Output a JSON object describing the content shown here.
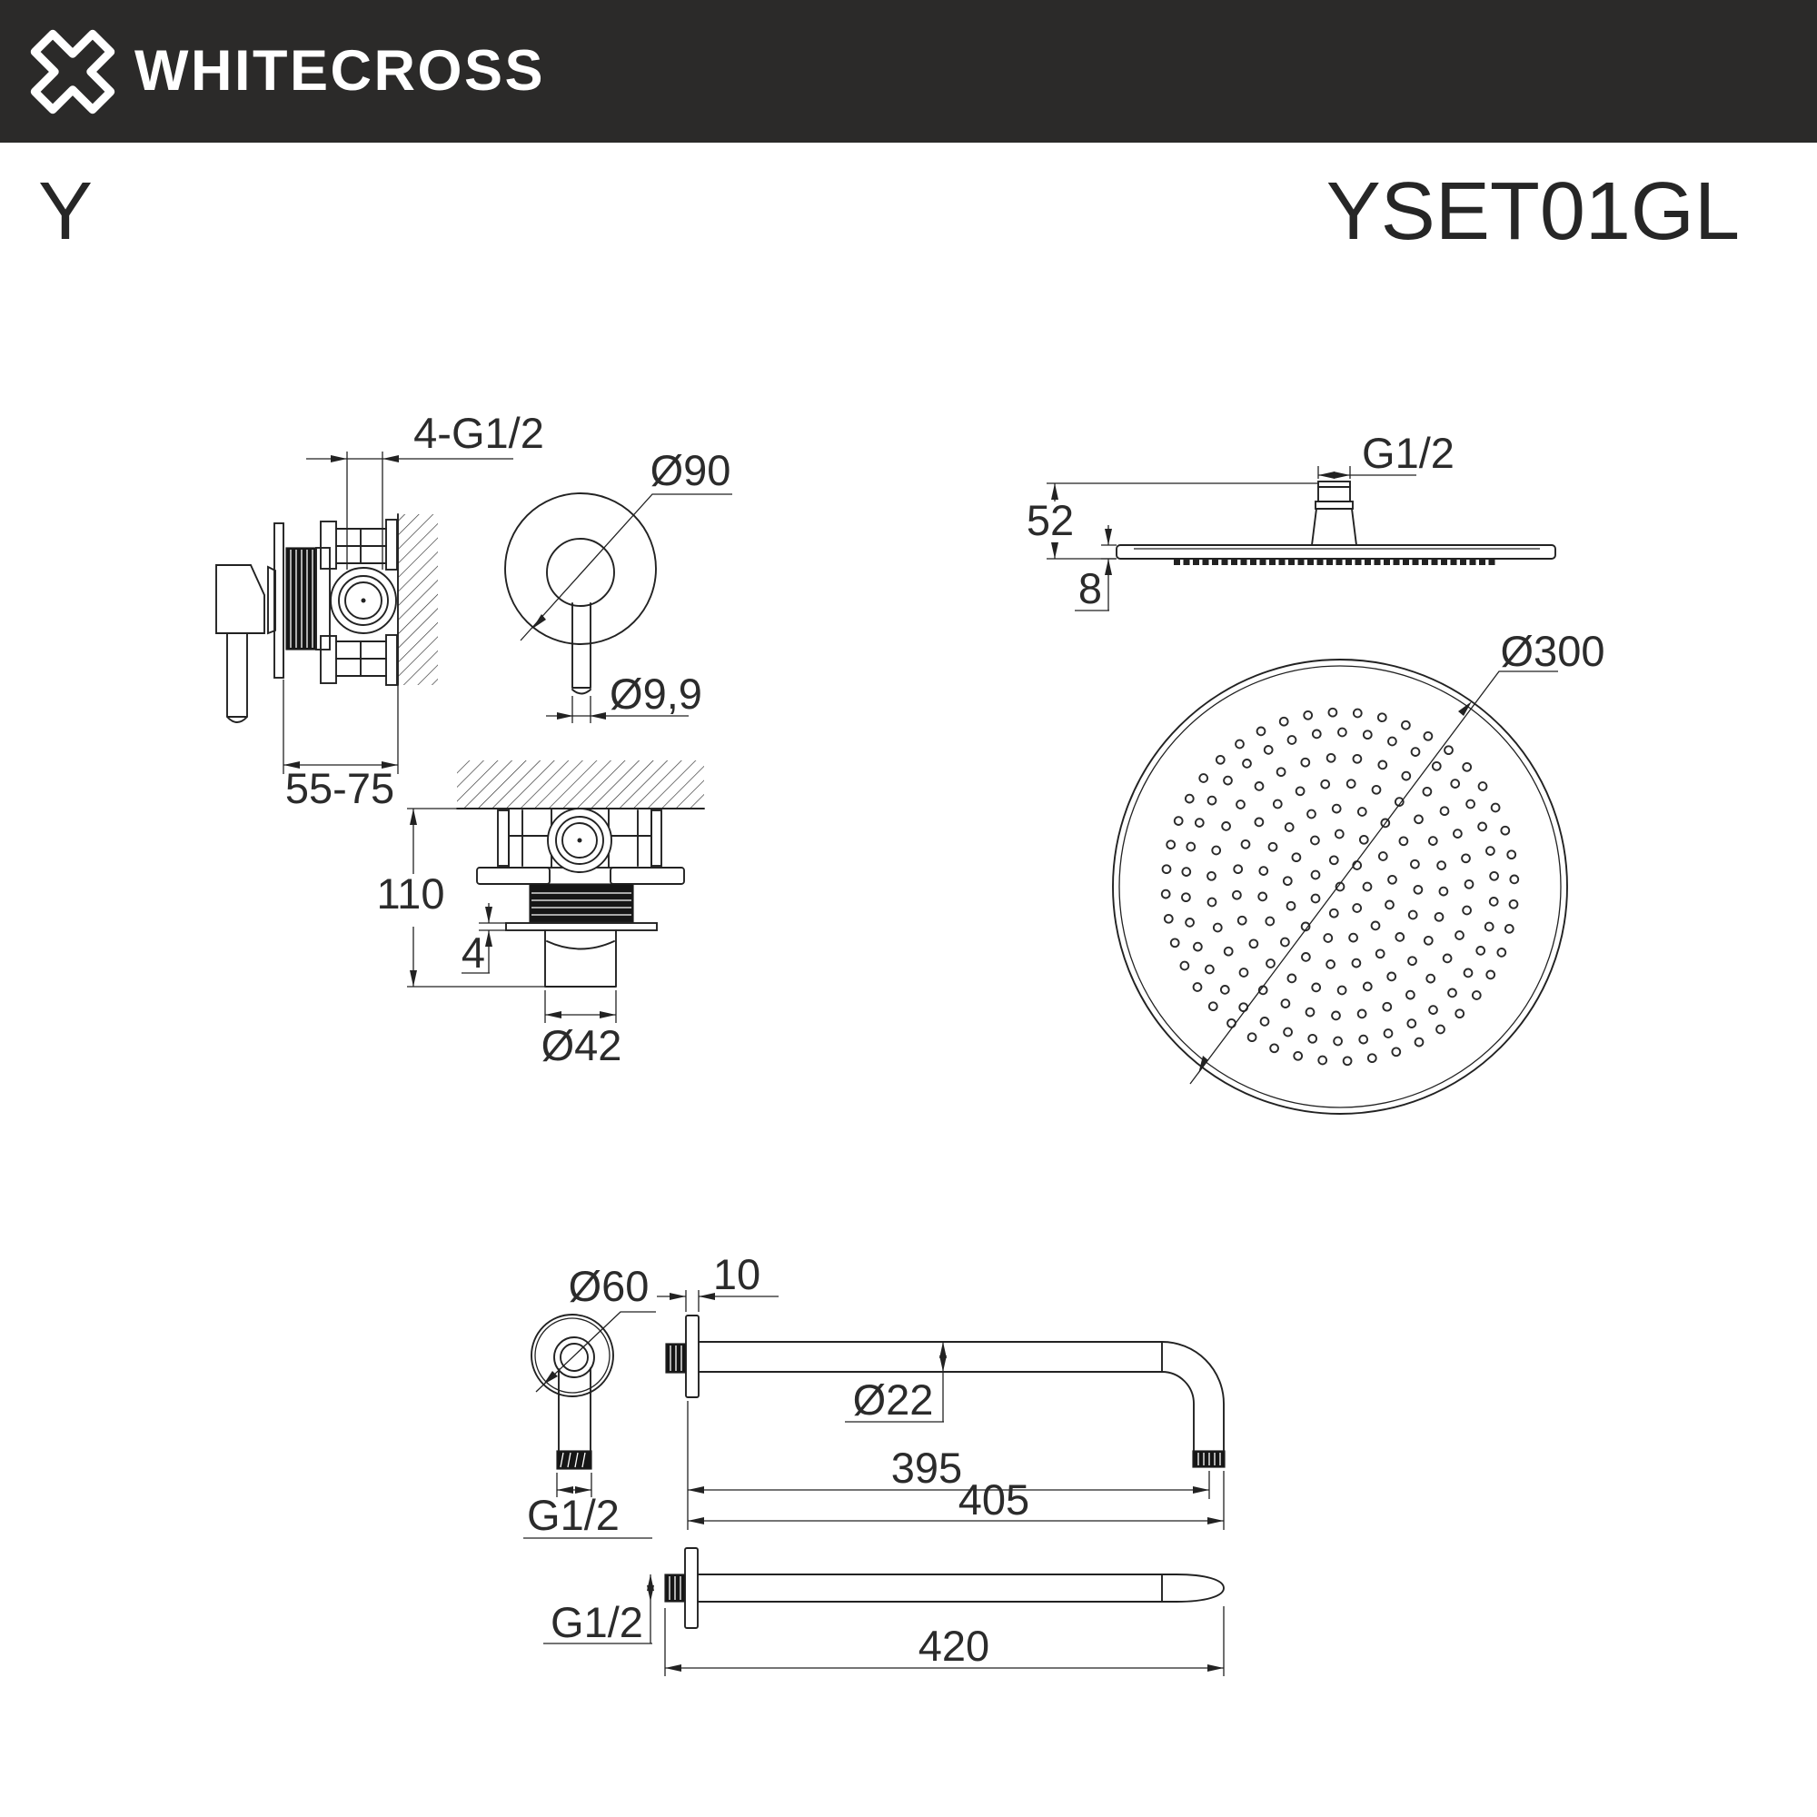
{
  "header": {
    "brand": "WHITECROSS"
  },
  "title": {
    "series": "Y",
    "model": "YSET01GL"
  },
  "colors": {
    "header_bg": "#2b2a29",
    "header_fg": "#ffffff",
    "line_ink": "#222222",
    "text_ink": "#2b2b2b"
  },
  "views": {
    "mixer_side": {
      "dim_ports": "4-G1/2",
      "dim_depth": "55-75"
    },
    "mixer_front": {
      "dim_trim": "Ø90",
      "dim_handle": "Ø9,9"
    },
    "mixer_section": {
      "dim_height": "110",
      "dim_plate": "4",
      "dim_spout": "Ø42"
    },
    "head_side": {
      "dim_thread": "G1/2",
      "dim_height": "52",
      "dim_thickness": "8"
    },
    "head_front": {
      "dim_diameter": "Ø300"
    },
    "elbow": {
      "dim_flange": "Ø60",
      "dim_thread": "G1/2"
    },
    "arm_bent": {
      "dim_flange_depth": "10",
      "dim_tube": "Ø22",
      "dim_length_to_drop": "395",
      "dim_length_overall": "405"
    },
    "arm_straight": {
      "dim_thread": "G1/2",
      "dim_length": "420"
    }
  }
}
